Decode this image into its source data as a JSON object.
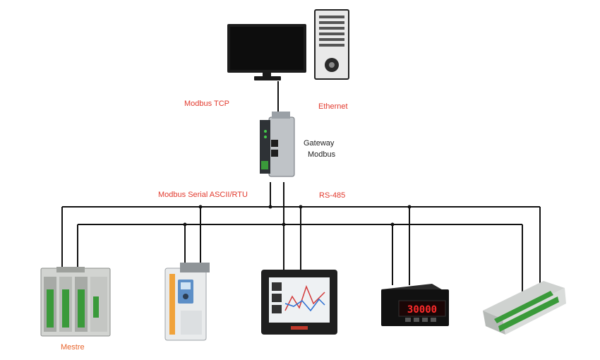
{
  "labels": {
    "modbus_tcp": "Modbus TCP",
    "ethernet": "Ethernet",
    "gateway_line1": "Gateway",
    "gateway_line2": "Modbus",
    "modbus_serial": "Modbus Serial ASCII/RTU",
    "rs485": "RS-485",
    "master": "Mestre"
  },
  "meter_display": "30000",
  "colors": {
    "label_red": "#e23a2e",
    "label_orange": "#e8642c",
    "bus_line": "#111111",
    "device_green": "#3a9a3a",
    "drive_orange": "#f0a23a"
  }
}
